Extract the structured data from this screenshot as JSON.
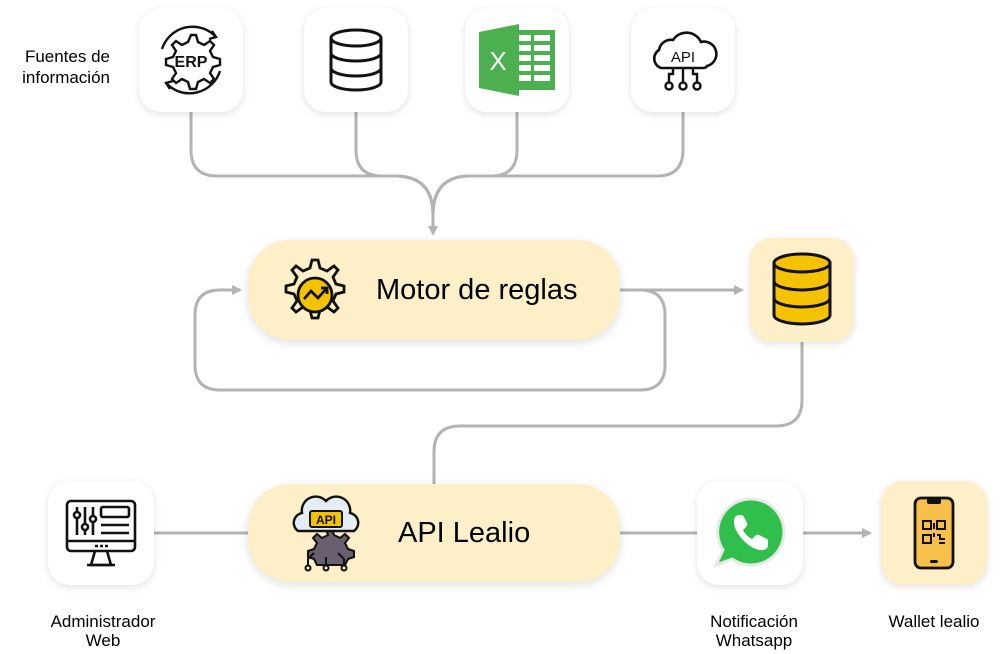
{
  "sources_label": "Fuentes de\ninformación",
  "sources": [
    {
      "name": "erp",
      "icon": "erp-gear-icon",
      "text": "ERP"
    },
    {
      "name": "database",
      "icon": "database-icon"
    },
    {
      "name": "excel",
      "icon": "excel-icon",
      "text": "X"
    },
    {
      "name": "api",
      "icon": "api-cloud-icon",
      "text": "API"
    }
  ],
  "motor": {
    "label": "Motor de reglas",
    "icon": "gear-chart-icon"
  },
  "storage": {
    "icon": "database-gold-icon"
  },
  "api_lealio": {
    "label": "API Lealio",
    "icon": "api-cloud-gear-icon",
    "badge": "API"
  },
  "admin": {
    "label_line1": "Administrador",
    "label_line2": "Web",
    "icon": "admin-monitor-icon"
  },
  "whatsapp": {
    "label_line1": "Notificación",
    "label_line2": "Whatsapp",
    "icon": "whatsapp-icon"
  },
  "wallet": {
    "label": "Wallet lealio",
    "icon": "phone-qr-icon"
  },
  "colors": {
    "connector": "#b3b3b3",
    "accent_cream": "#fdefc8",
    "gold": "#f5c200",
    "excel_green": "#4caf50",
    "whatsapp_green": "#2fbf4a"
  }
}
